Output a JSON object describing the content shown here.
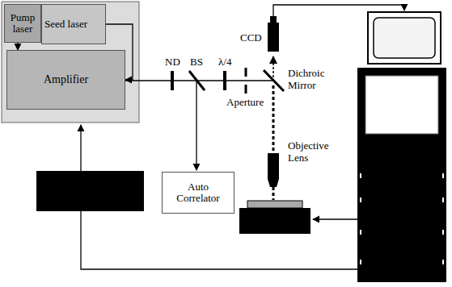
{
  "diagram": {
    "nodes": [
      {
        "text": [
          "Pump laser"
        ]
      },
      {
        "text": [
          "Seed laser"
        ]
      },
      {
        "text": [
          "Amplifier"
        ]
      },
      {
        "text": [
          "Auto Correlator"
        ]
      }
    ],
    "edges": [
      {
        "from": 0,
        "to": 2,
        "arrow": "to"
      },
      {
        "from": 1,
        "to": 2,
        "arrow": "to"
      }
    ],
    "labels": [
      "ND",
      "BS",
      "λ/4",
      "Aperture",
      "Dichroic Mirror",
      "CCD",
      "Objective Lens"
    ]
  }
}
